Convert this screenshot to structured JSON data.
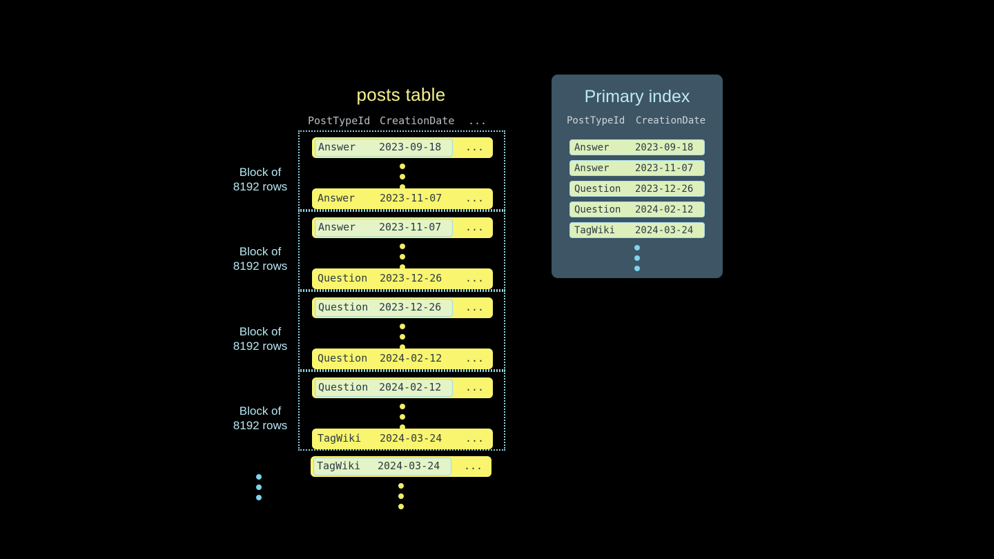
{
  "posts_table": {
    "title": "posts table",
    "columns": {
      "post_type_id": "PostTypeId",
      "creation_date": "CreationDate",
      "more": "..."
    },
    "block_label_line1": "Block of",
    "block_label_line2": "8192 rows",
    "blocks": [
      {
        "label_line1": "Block of",
        "label_line2": "8192 rows",
        "first_row": {
          "post_type_id": "Answer",
          "creation_date": "2023-09-18",
          "more": "...",
          "highlighted": true
        },
        "last_row": {
          "post_type_id": "Answer",
          "creation_date": "2023-11-07",
          "more": "...",
          "highlighted": false
        }
      },
      {
        "label_line1": "Block of",
        "label_line2": "8192 rows",
        "first_row": {
          "post_type_id": "Answer",
          "creation_date": "2023-11-07",
          "more": "...",
          "highlighted": true
        },
        "last_row": {
          "post_type_id": "Question",
          "creation_date": "2023-12-26",
          "more": "...",
          "highlighted": false
        }
      },
      {
        "label_line1": "Block of",
        "label_line2": "8192 rows",
        "first_row": {
          "post_type_id": "Question",
          "creation_date": "2023-12-26",
          "more": "...",
          "highlighted": true
        },
        "last_row": {
          "post_type_id": "Question",
          "creation_date": "2024-02-12",
          "more": "...",
          "highlighted": false
        }
      },
      {
        "label_line1": "Block of",
        "label_line2": "8192 rows",
        "first_row": {
          "post_type_id": "Question",
          "creation_date": "2024-02-12",
          "more": "...",
          "highlighted": true
        },
        "last_row": {
          "post_type_id": "TagWiki",
          "creation_date": "2024-03-24",
          "more": "...",
          "highlighted": false
        }
      }
    ],
    "trailing_row": {
      "post_type_id": "TagWiki",
      "creation_date": "2024-03-24",
      "more": "...",
      "highlighted": true
    }
  },
  "primary_index": {
    "title": "Primary index",
    "columns": {
      "post_type_id": "PostTypeId",
      "creation_date": "CreationDate"
    },
    "rows": [
      {
        "post_type_id": "Answer",
        "creation_date": "2023-09-18"
      },
      {
        "post_type_id": "Answer",
        "creation_date": "2023-11-07"
      },
      {
        "post_type_id": "Question",
        "creation_date": "2023-12-26"
      },
      {
        "post_type_id": "Question",
        "creation_date": "2024-02-12"
      },
      {
        "post_type_id": "TagWiki",
        "creation_date": "2024-03-24"
      }
    ]
  },
  "colors": {
    "background": "#000000",
    "row_yellow": "#faf56e",
    "highlight_green": "#e4f4c6",
    "highlight_border": "#9fd8ea",
    "block_border": "#8fd6e8",
    "label_cyan": "#b8e6f2",
    "title_yellow": "#f5f08a",
    "panel_slate": "#3d5564",
    "index_row_green": "#ddf0bc",
    "dot_yellow": "#f2ec6b",
    "dot_cyan": "#7fd4ee",
    "header_gray": "#b9bfc4",
    "text_dark": "#2b3a45"
  }
}
